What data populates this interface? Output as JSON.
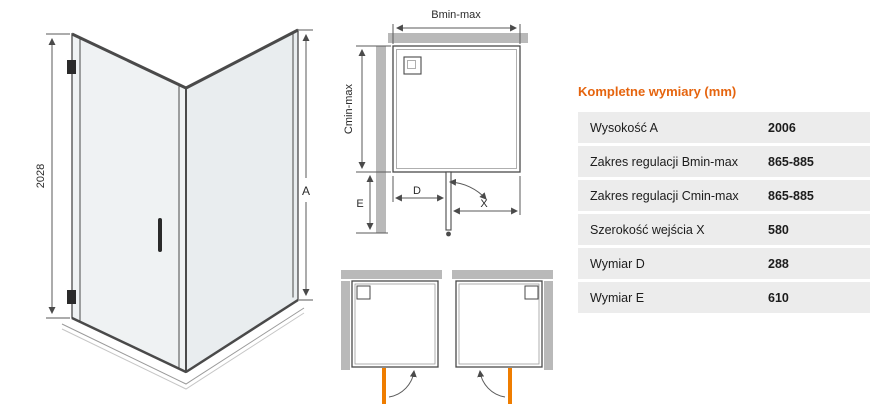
{
  "iso": {
    "height": "2028",
    "a": "A"
  },
  "plan": {
    "b": "Bmin-max",
    "c": "Cmin-max",
    "d": "D",
    "x": "X",
    "e": "E"
  },
  "table": {
    "title": "Kompletne wymiary (mm)",
    "rows": [
      {
        "label": "Wysokość A",
        "value": "2006"
      },
      {
        "label": "Zakres regulacji Bmin-max",
        "value": "865-885"
      },
      {
        "label": "Zakres regulacji Cmin-max",
        "value": "865-885"
      },
      {
        "label": "Szerokość wejścia X",
        "value": "580"
      },
      {
        "label": "Wymiar D",
        "value": "288"
      },
      {
        "label": "Wymiar E",
        "value": "610"
      }
    ]
  },
  "colors": {
    "accent": "#e5640e",
    "door_highlight": "#ef7d00",
    "wall_gray": "#b9b9b9",
    "line": "#4a4a4a",
    "row_background": "#ececec"
  }
}
